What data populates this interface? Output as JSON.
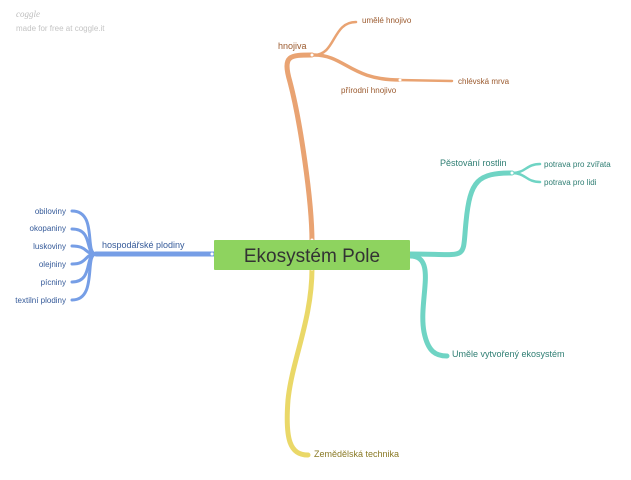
{
  "brand": {
    "logo": "coggle",
    "tagline": "made for free at coggle.it"
  },
  "center": {
    "label": "Ekosystém Pole",
    "color": "#8ed35f"
  },
  "branches": {
    "hnojiva": {
      "label": "hnojiva",
      "color": "#e9a372",
      "text_color": "#9b5a2e",
      "children": {
        "umele": "umělé hnojivo",
        "prirodni": "přírodní hnojivo",
        "chlevska": "chlévská mrva"
      }
    },
    "pestovani": {
      "label": "Pěstování rostlin",
      "color": "#6fd4c4",
      "text_color": "#2f7e73",
      "children": {
        "zvirata": "potrava pro zvířata",
        "lidi": "potrava pro lidi"
      }
    },
    "umele_eko": {
      "label": "Uměle vytvořený ekosystém",
      "color": "#6fd4c4",
      "text_color": "#2f7e73"
    },
    "technika": {
      "label": "Zemědělská technika",
      "color": "#ead868",
      "text_color": "#8a7a25"
    },
    "plodiny": {
      "label": "hospodářské plodiny",
      "color": "#769ee6",
      "text_color": "#355a99",
      "children": {
        "obiloviny": "obiloviny",
        "okopaniny": "okopaniny",
        "luskoviny": "luskoviny",
        "olejniny": "olejniny",
        "picniny": "pícniny",
        "textilni": "textilní plodiny"
      }
    }
  }
}
